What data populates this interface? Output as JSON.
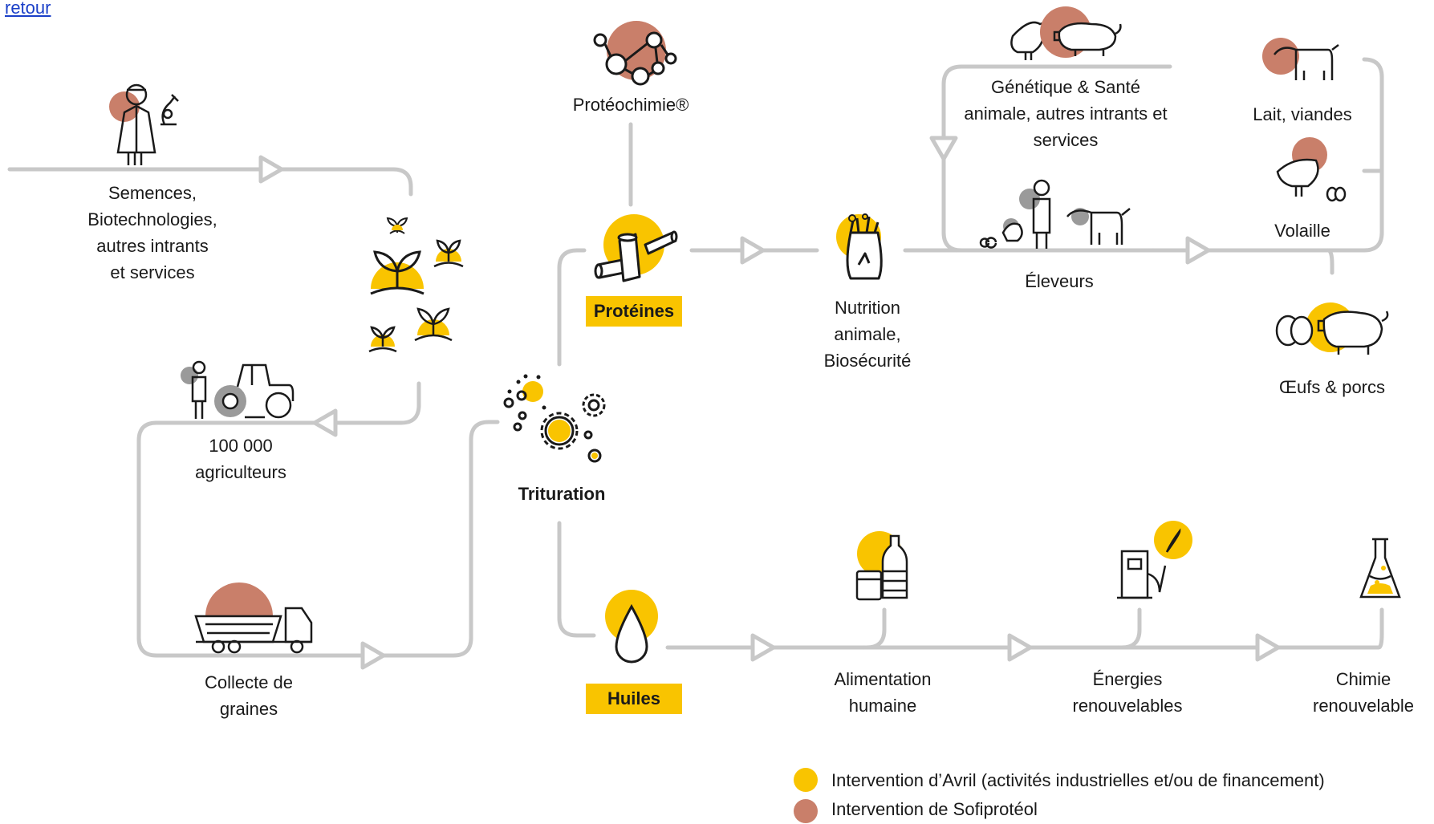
{
  "nav": {
    "back_label": "retour"
  },
  "colors": {
    "avril": "#f9c400",
    "sofiproteol": "#c97f6a",
    "line": "#c8c8c8",
    "icon": "#1a1a1a"
  },
  "nodes": {
    "semences": [
      "Semences,",
      "Biotechnologies,",
      "autres intrants",
      "et services"
    ],
    "agriculteurs": [
      "100 000",
      "agriculteurs"
    ],
    "collecte": [
      "Collecte de",
      "graines"
    ],
    "proteochimie": "Protéochimie®",
    "proteines": "Protéines",
    "trituration": "Trituration",
    "huiles": "Huiles",
    "nutrition": [
      "Nutrition",
      "animale,",
      "Biosécurité"
    ],
    "genetique": [
      "Génétique & Santé",
      "animale, autres intrants et",
      "services"
    ],
    "eleveurs": "Éleveurs",
    "lait": "Lait, viandes",
    "volaille": "Volaille",
    "oeufs": "Œufs & porcs",
    "alimentation": [
      "Alimentation",
      "humaine"
    ],
    "energies": [
      "Énergies",
      "renouvelables"
    ],
    "chimie": [
      "Chimie",
      "renouvelable"
    ]
  },
  "icons": [
    "scientist-icon",
    "microscope-icon",
    "sprout-icon",
    "farmer-icon",
    "tractor-icon",
    "truck-icon",
    "molecule-icon",
    "protein-tubes-icon",
    "gears-icon",
    "oil-drop-icon",
    "feed-bag-icon",
    "chicken-icon",
    "pig-icon",
    "breeder-icon",
    "cow-icon",
    "egg-icon",
    "bottle-icon",
    "fuel-pump-icon",
    "flask-icon"
  ],
  "legend": [
    {
      "label": "Intervention d’Avril (activités industrielles et/ou de financement)",
      "color": "#f9c400"
    },
    {
      "label": "Intervention de Sofiprotéol",
      "color": "#c97f6a"
    }
  ]
}
